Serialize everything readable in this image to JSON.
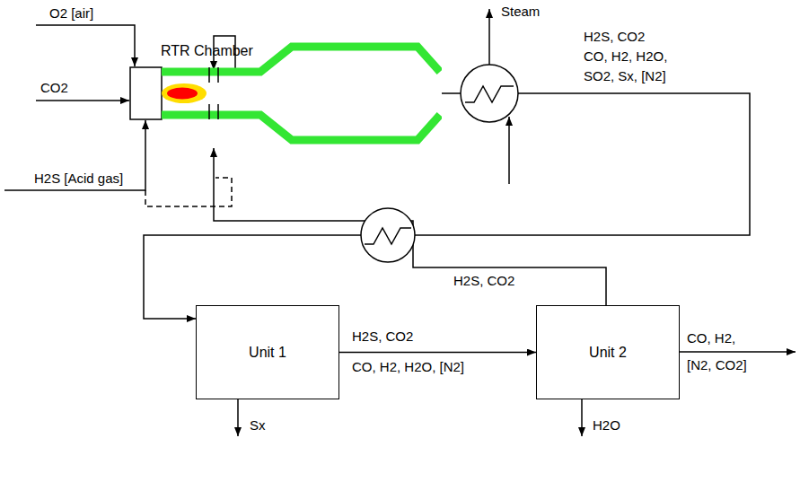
{
  "diagram": {
    "nodes": [
      {
        "text": [
          "RTR Chamber"
        ]
      },
      {
        "text": [
          "Unit 1"
        ]
      },
      {
        "text": [
          "Unit 2"
        ]
      }
    ],
    "edges": [
      {
        "from": 0,
        "to": 1,
        "arrow": "to",
        "label": "H2S, CO2 CO, H2, H2O, SO2, Sx, [N2]"
      },
      {
        "from": 1,
        "to": 2,
        "arrow": "to",
        "label": "H2S, CO2"
      },
      {
        "from": 2,
        "to": 0,
        "arrow": "to",
        "label": "H2S, CO2"
      }
    ],
    "labels": [
      "O2 [air]",
      "CO2",
      "H2S [Acid gas]",
      "Steam",
      "CO, H2, H2O, [N2]",
      "Sx",
      "H2O",
      "CO, H2, [N2, CO2]"
    ]
  }
}
